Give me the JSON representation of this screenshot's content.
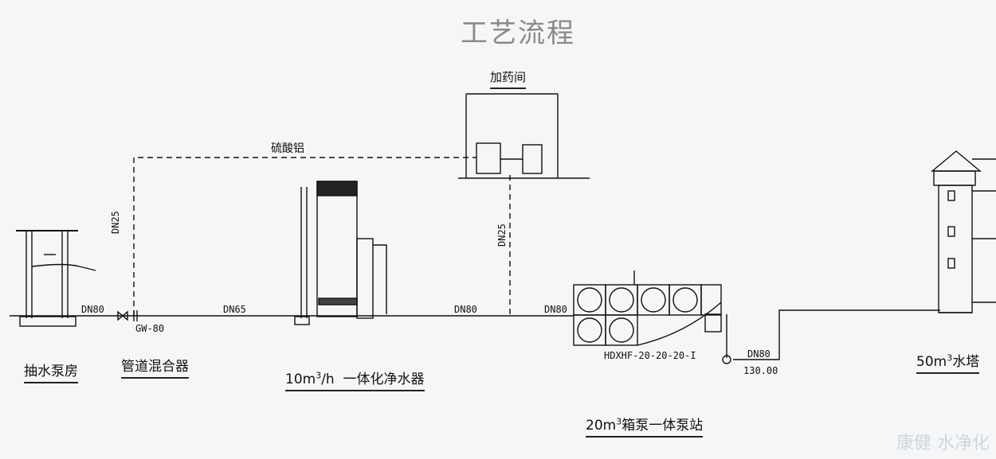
{
  "title": "工艺流程",
  "stations": {
    "pump_house": "抽水泵房",
    "mixer": "管道混合器",
    "purifier_capacity": "10m",
    "purifier_sup": "3",
    "purifier_rest": "/h  一体化净水器",
    "pump_station_capacity": "20m",
    "pump_station_sup": "3",
    "pump_station_rest": "箱泵一体泵站",
    "tower_capacity": "50m",
    "tower_sup": "3",
    "tower_rest": "水塔",
    "dosing_room": "加药间"
  },
  "pipes": {
    "dn80_a": "DN80",
    "gw80": "GW-80",
    "dn65": "DN65",
    "dn80_b": "DN80",
    "dn80_c": "DN80",
    "dn80_d": "DN80",
    "elev": "130.00",
    "dn25_left": "DN25",
    "dn25_right": "DN25",
    "chemical": "硫酸铝",
    "pump_model": "HDXHF-20-20-20-I"
  },
  "watermark": {
    "brand": "康健",
    "text": "水净化"
  }
}
